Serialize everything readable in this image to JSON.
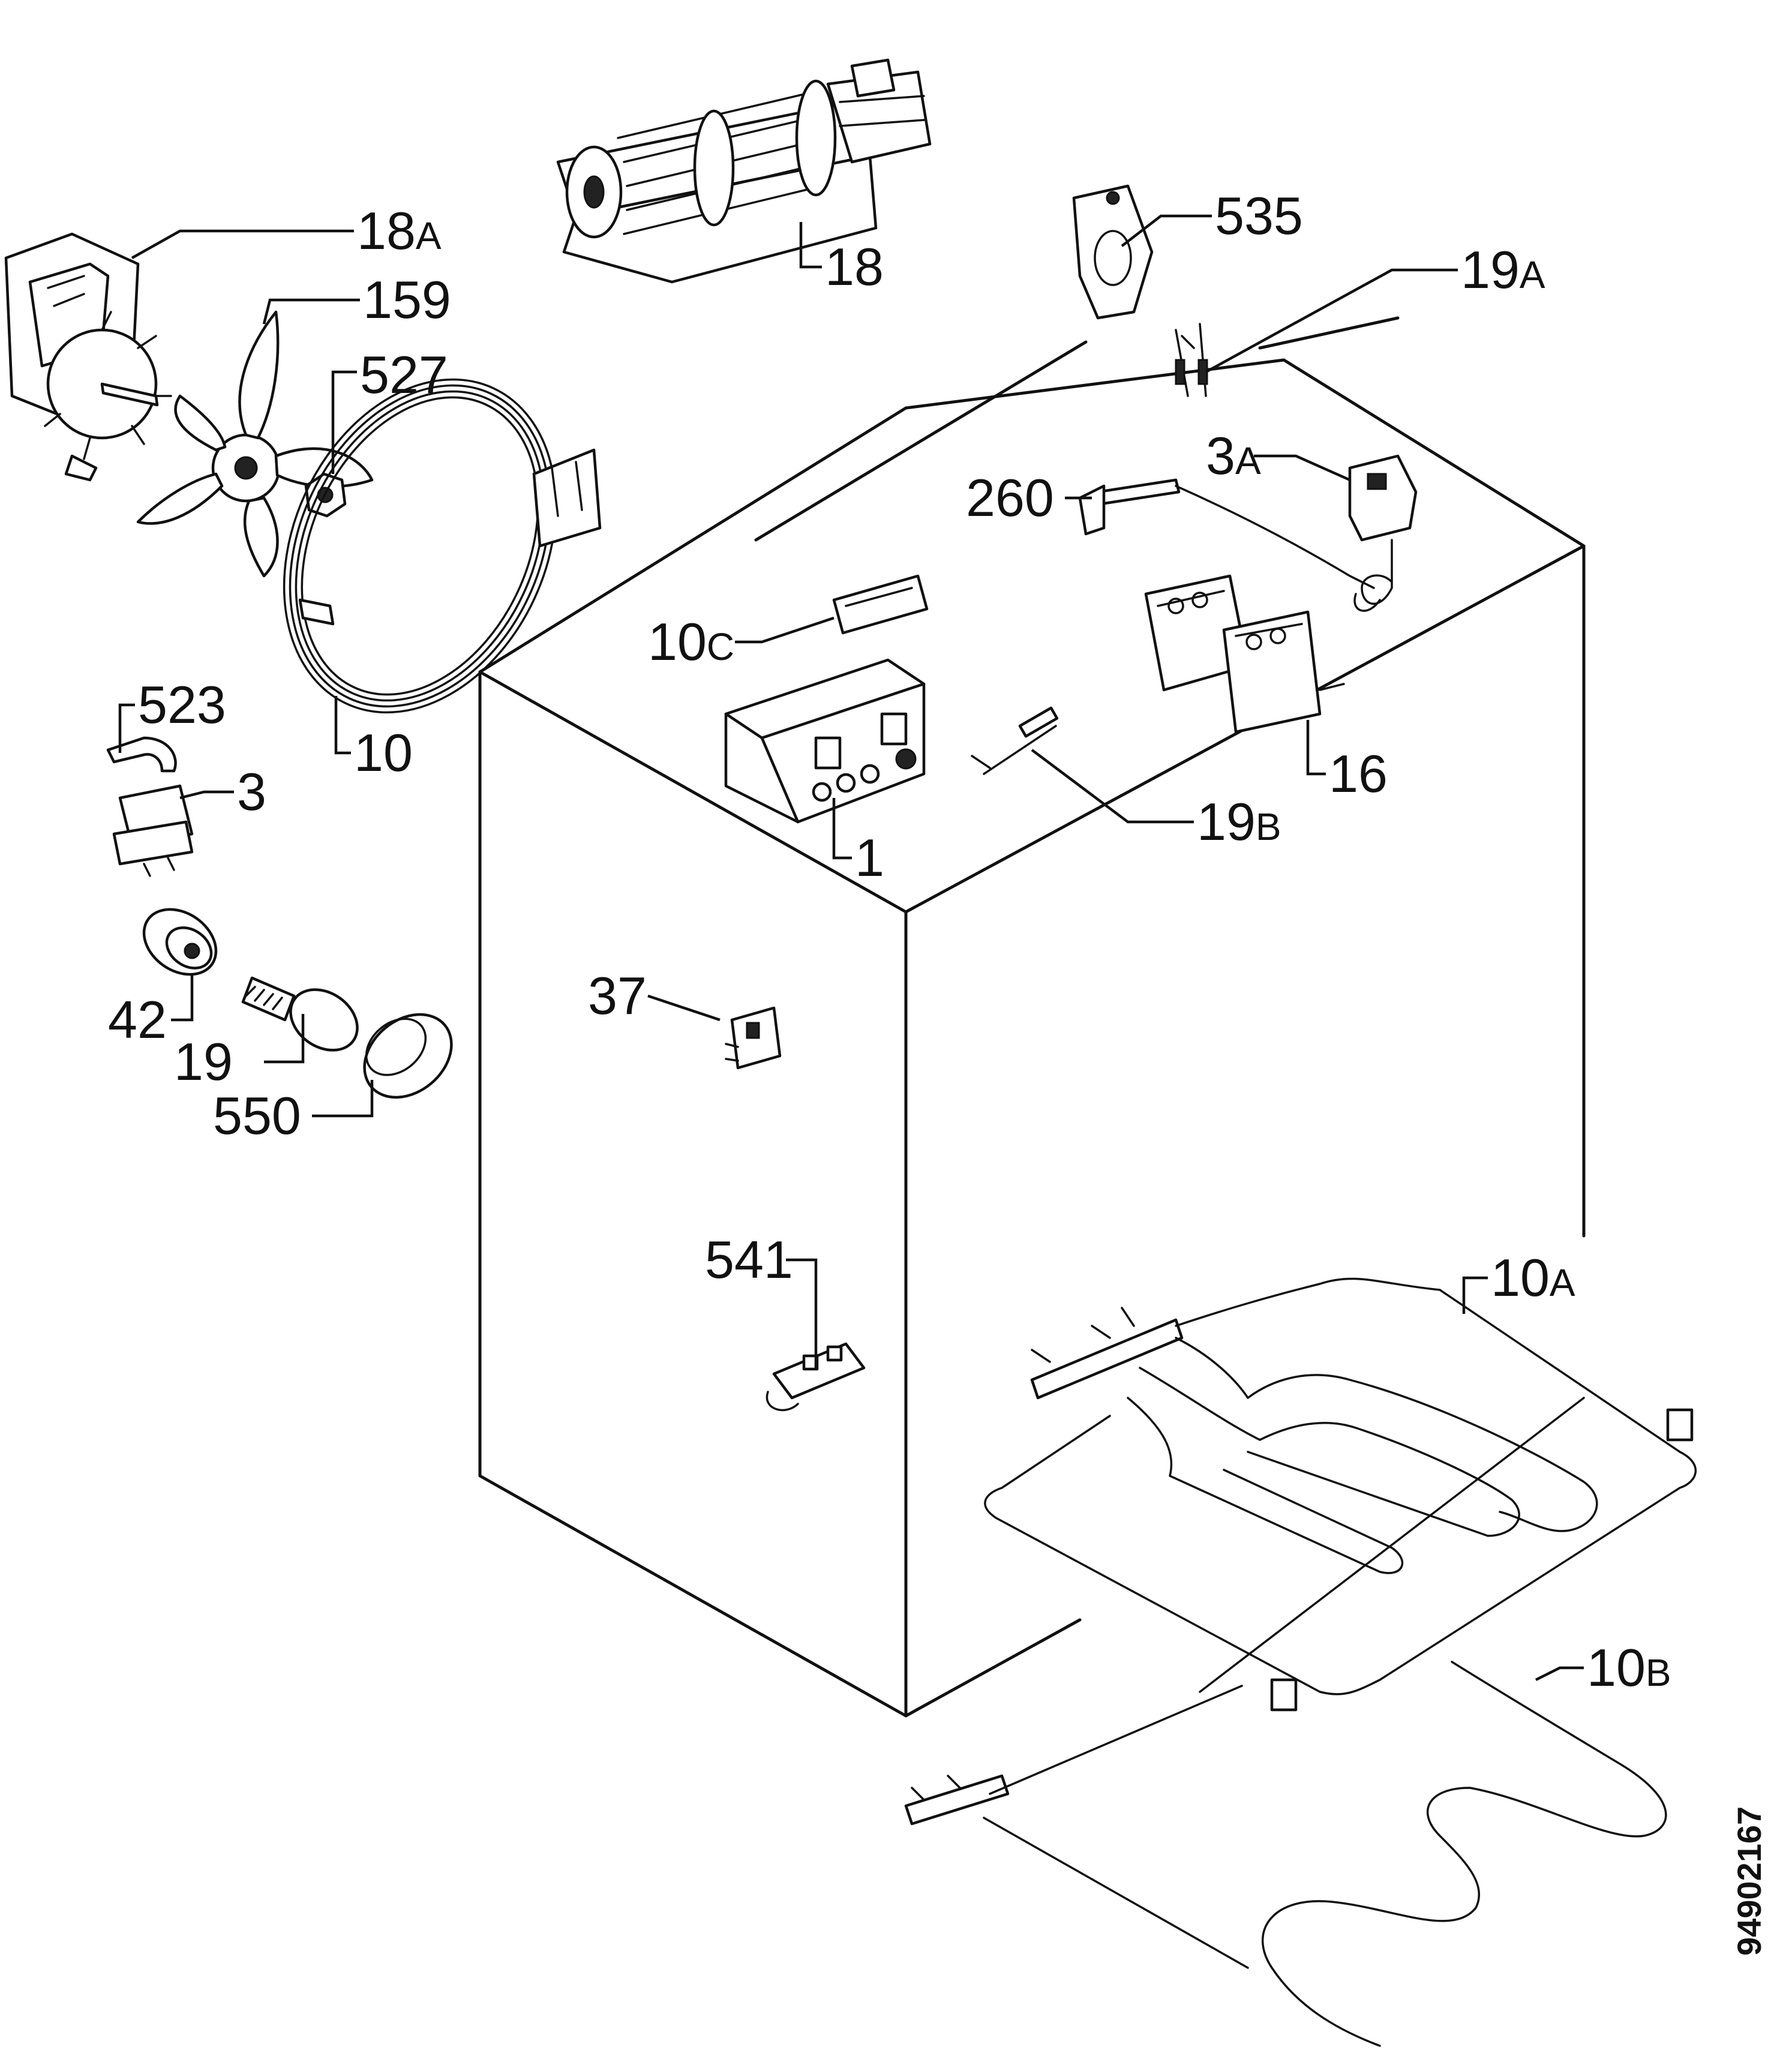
{
  "document_id": "94902167",
  "labels": {
    "l18a": {
      "num": "18",
      "suffix": "A"
    },
    "l159": {
      "num": "159",
      "suffix": ""
    },
    "l527": {
      "num": "527",
      "suffix": ""
    },
    "l18": {
      "num": "18",
      "suffix": ""
    },
    "l535": {
      "num": "535",
      "suffix": ""
    },
    "l19a": {
      "num": "19",
      "suffix": "A"
    },
    "l3a": {
      "num": "3",
      "suffix": "A"
    },
    "l260": {
      "num": "260",
      "suffix": ""
    },
    "l10c": {
      "num": "10",
      "suffix": "C"
    },
    "l10": {
      "num": "10",
      "suffix": ""
    },
    "l523": {
      "num": "523",
      "suffix": ""
    },
    "l3": {
      "num": "3",
      "suffix": ""
    },
    "l16": {
      "num": "16",
      "suffix": ""
    },
    "l1": {
      "num": "1",
      "suffix": ""
    },
    "l19b": {
      "num": "19",
      "suffix": "B"
    },
    "l42": {
      "num": "42",
      "suffix": ""
    },
    "l19": {
      "num": "19",
      "suffix": ""
    },
    "l37": {
      "num": "37",
      "suffix": ""
    },
    "l550": {
      "num": "550",
      "suffix": ""
    },
    "l541": {
      "num": "541",
      "suffix": ""
    },
    "l10a": {
      "num": "10",
      "suffix": "A"
    },
    "l10b": {
      "num": "10",
      "suffix": "B"
    }
  }
}
